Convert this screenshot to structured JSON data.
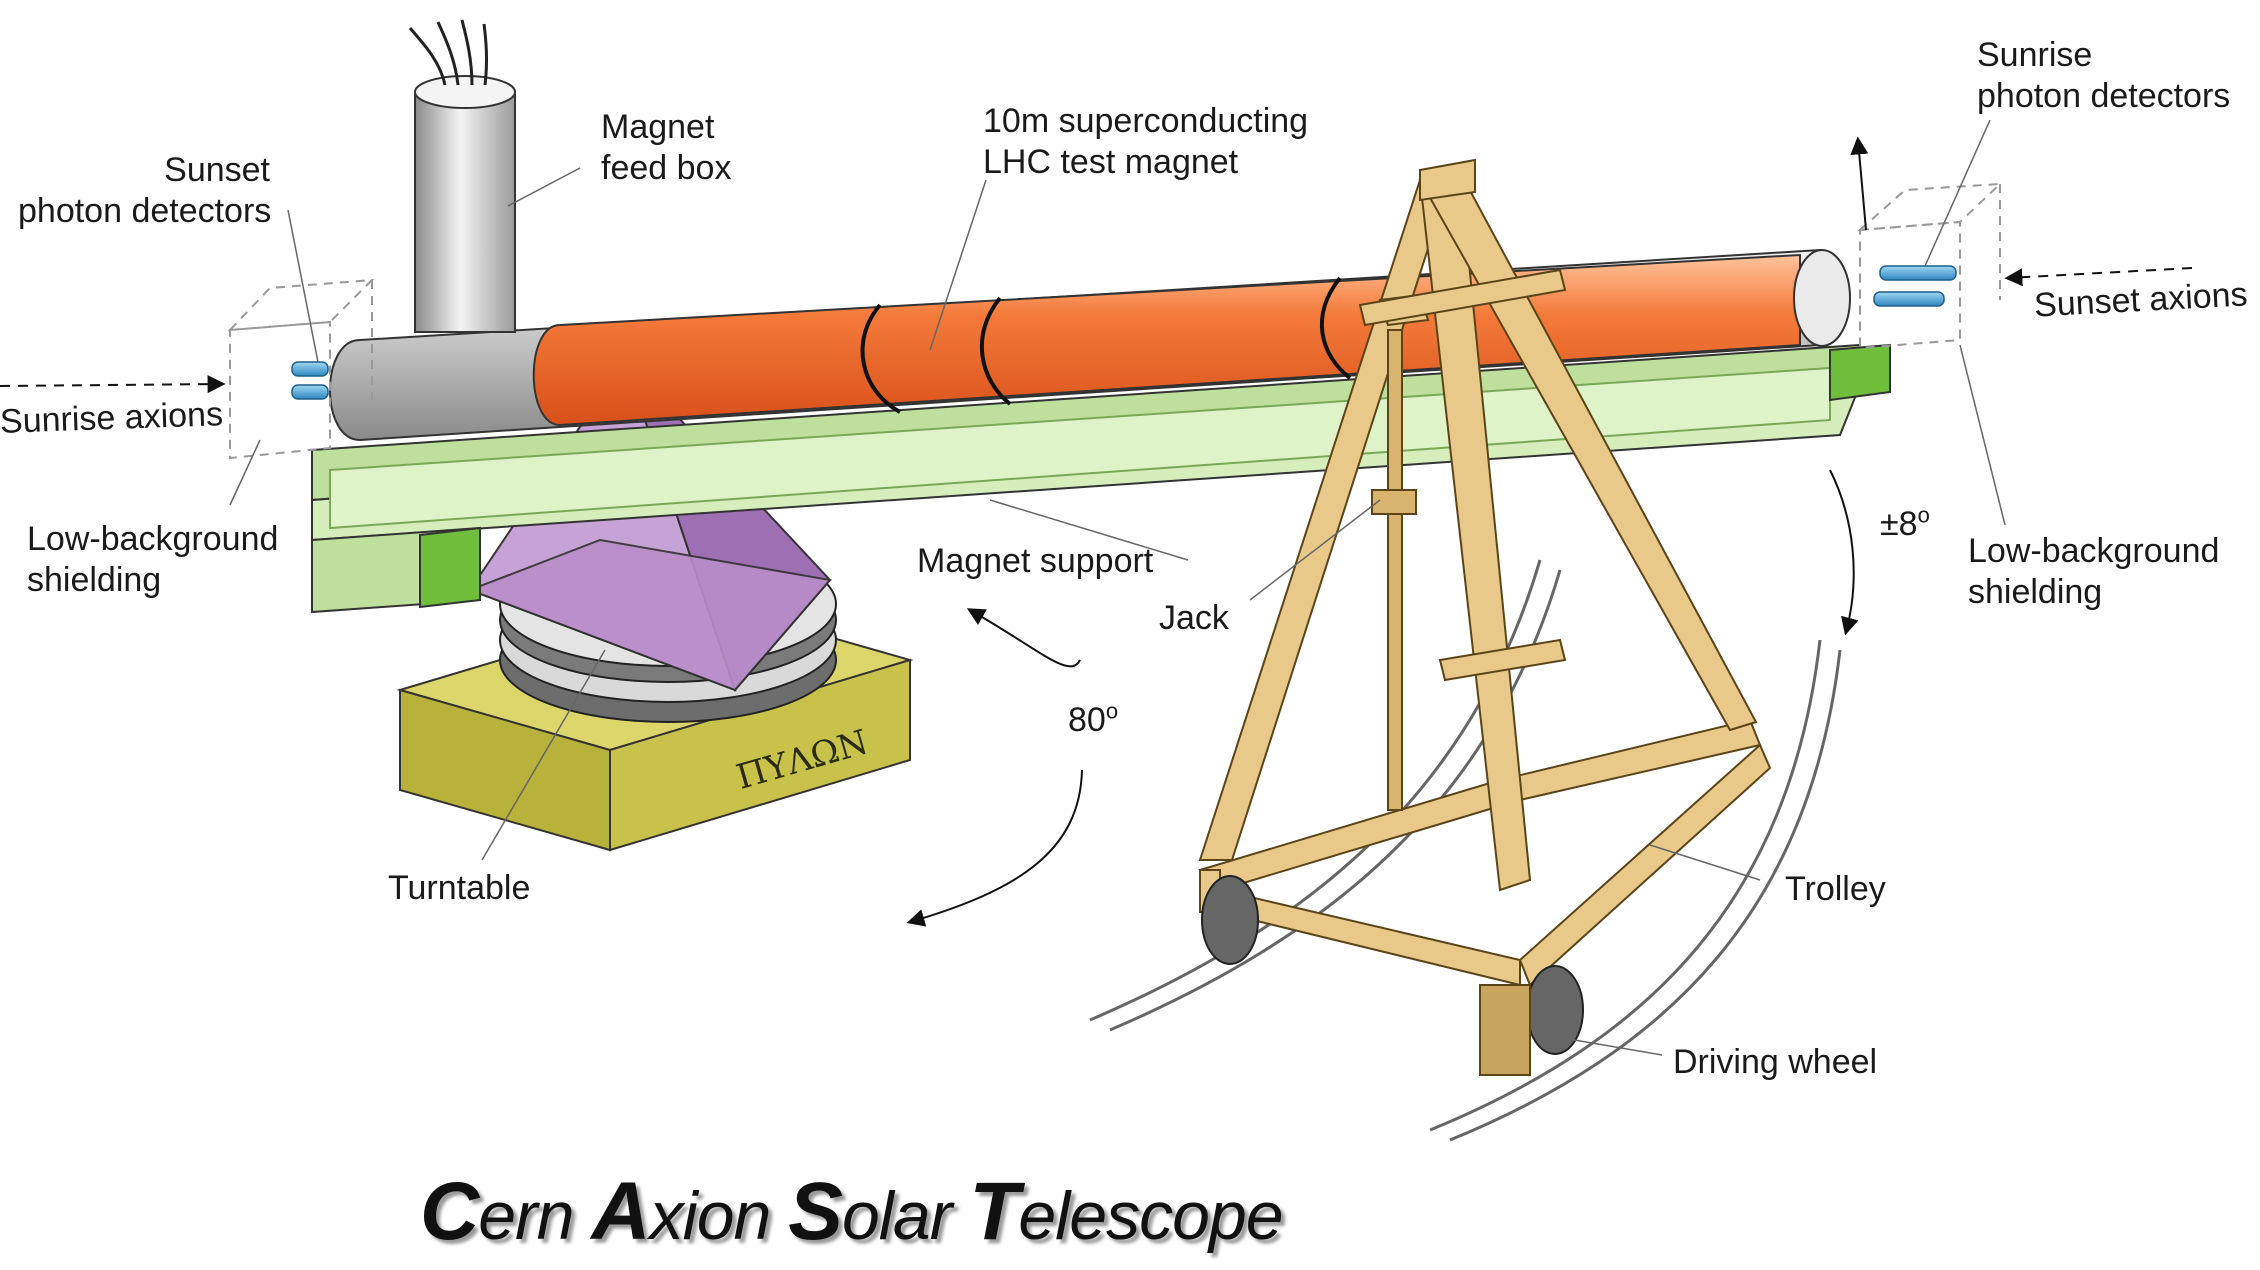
{
  "labels": {
    "magnet_feed_box": [
      "Magnet",
      "feed box"
    ],
    "lhc_magnet": [
      "10m superconducting",
      "LHC test magnet"
    ],
    "sunset_detectors_left": [
      "Sunset",
      "photon detectors"
    ],
    "sunrise_detectors_right": [
      "Sunrise",
      "photon detectors"
    ],
    "sunset_axions": "Sunset axions",
    "sunrise_axions": "Sunrise axions",
    "shielding_left": [
      "Low-background",
      "shielding"
    ],
    "shielding_right": [
      "Low-background",
      "shielding"
    ],
    "magnet_support": "Magnet support",
    "jack": "Jack",
    "rotation_angle": "80",
    "tilt_angle": "±8",
    "degree_symbol": "o",
    "turntable": "Turntable",
    "trolley": "Trolley",
    "driving_wheel": "Driving wheel",
    "pylon": "ΠΥΛΩΝ"
  },
  "title": {
    "words": [
      {
        "cap": "C",
        "rest": "ern "
      },
      {
        "cap": "A",
        "rest": "xion "
      },
      {
        "cap": "S",
        "rest": "olar "
      },
      {
        "cap": "T",
        "rest": "elescope"
      }
    ]
  },
  "colors": {
    "magnet_orange": "#f26a2c",
    "support_green": "#c9e6a8",
    "turntable_purple": "#b98ec9",
    "trolley_wood": "#e8c98a",
    "pylon_olive": "#c8c24a",
    "detector_blue": "#4aa8d8",
    "feedbox_grey": "#c8c8c8"
  }
}
